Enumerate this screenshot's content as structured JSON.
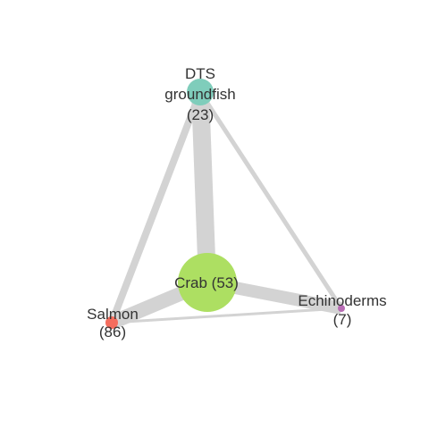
{
  "network": {
    "nodes": [
      {
        "id": "dts",
        "label_lines": [
          "DTS",
          "groundfish",
          "(23)"
        ],
        "count": 23,
        "color": "#7fcdbb"
      },
      {
        "id": "crab",
        "label_lines": [
          "Crab (53)"
        ],
        "count": 53,
        "color": "#addf62"
      },
      {
        "id": "salmon",
        "label_lines": [
          "Salmon",
          "(86)"
        ],
        "count": 86,
        "color": "#f46d5e"
      },
      {
        "id": "echinoderms",
        "label_lines": [
          "Echinoderms",
          "(7)"
        ],
        "count": 7,
        "color": "#b86cb5"
      }
    ],
    "edges": [
      {
        "source": "dts",
        "target": "crab",
        "weight": 10
      },
      {
        "source": "dts",
        "target": "salmon",
        "weight": 4
      },
      {
        "source": "dts",
        "target": "echinoderms",
        "weight": 2.5
      },
      {
        "source": "crab",
        "target": "salmon",
        "weight": 8
      },
      {
        "source": "crab",
        "target": "echinoderms",
        "weight": 7
      },
      {
        "source": "salmon",
        "target": "echinoderms",
        "weight": 1.5
      }
    ],
    "edge_color": "#d3d3d3"
  }
}
